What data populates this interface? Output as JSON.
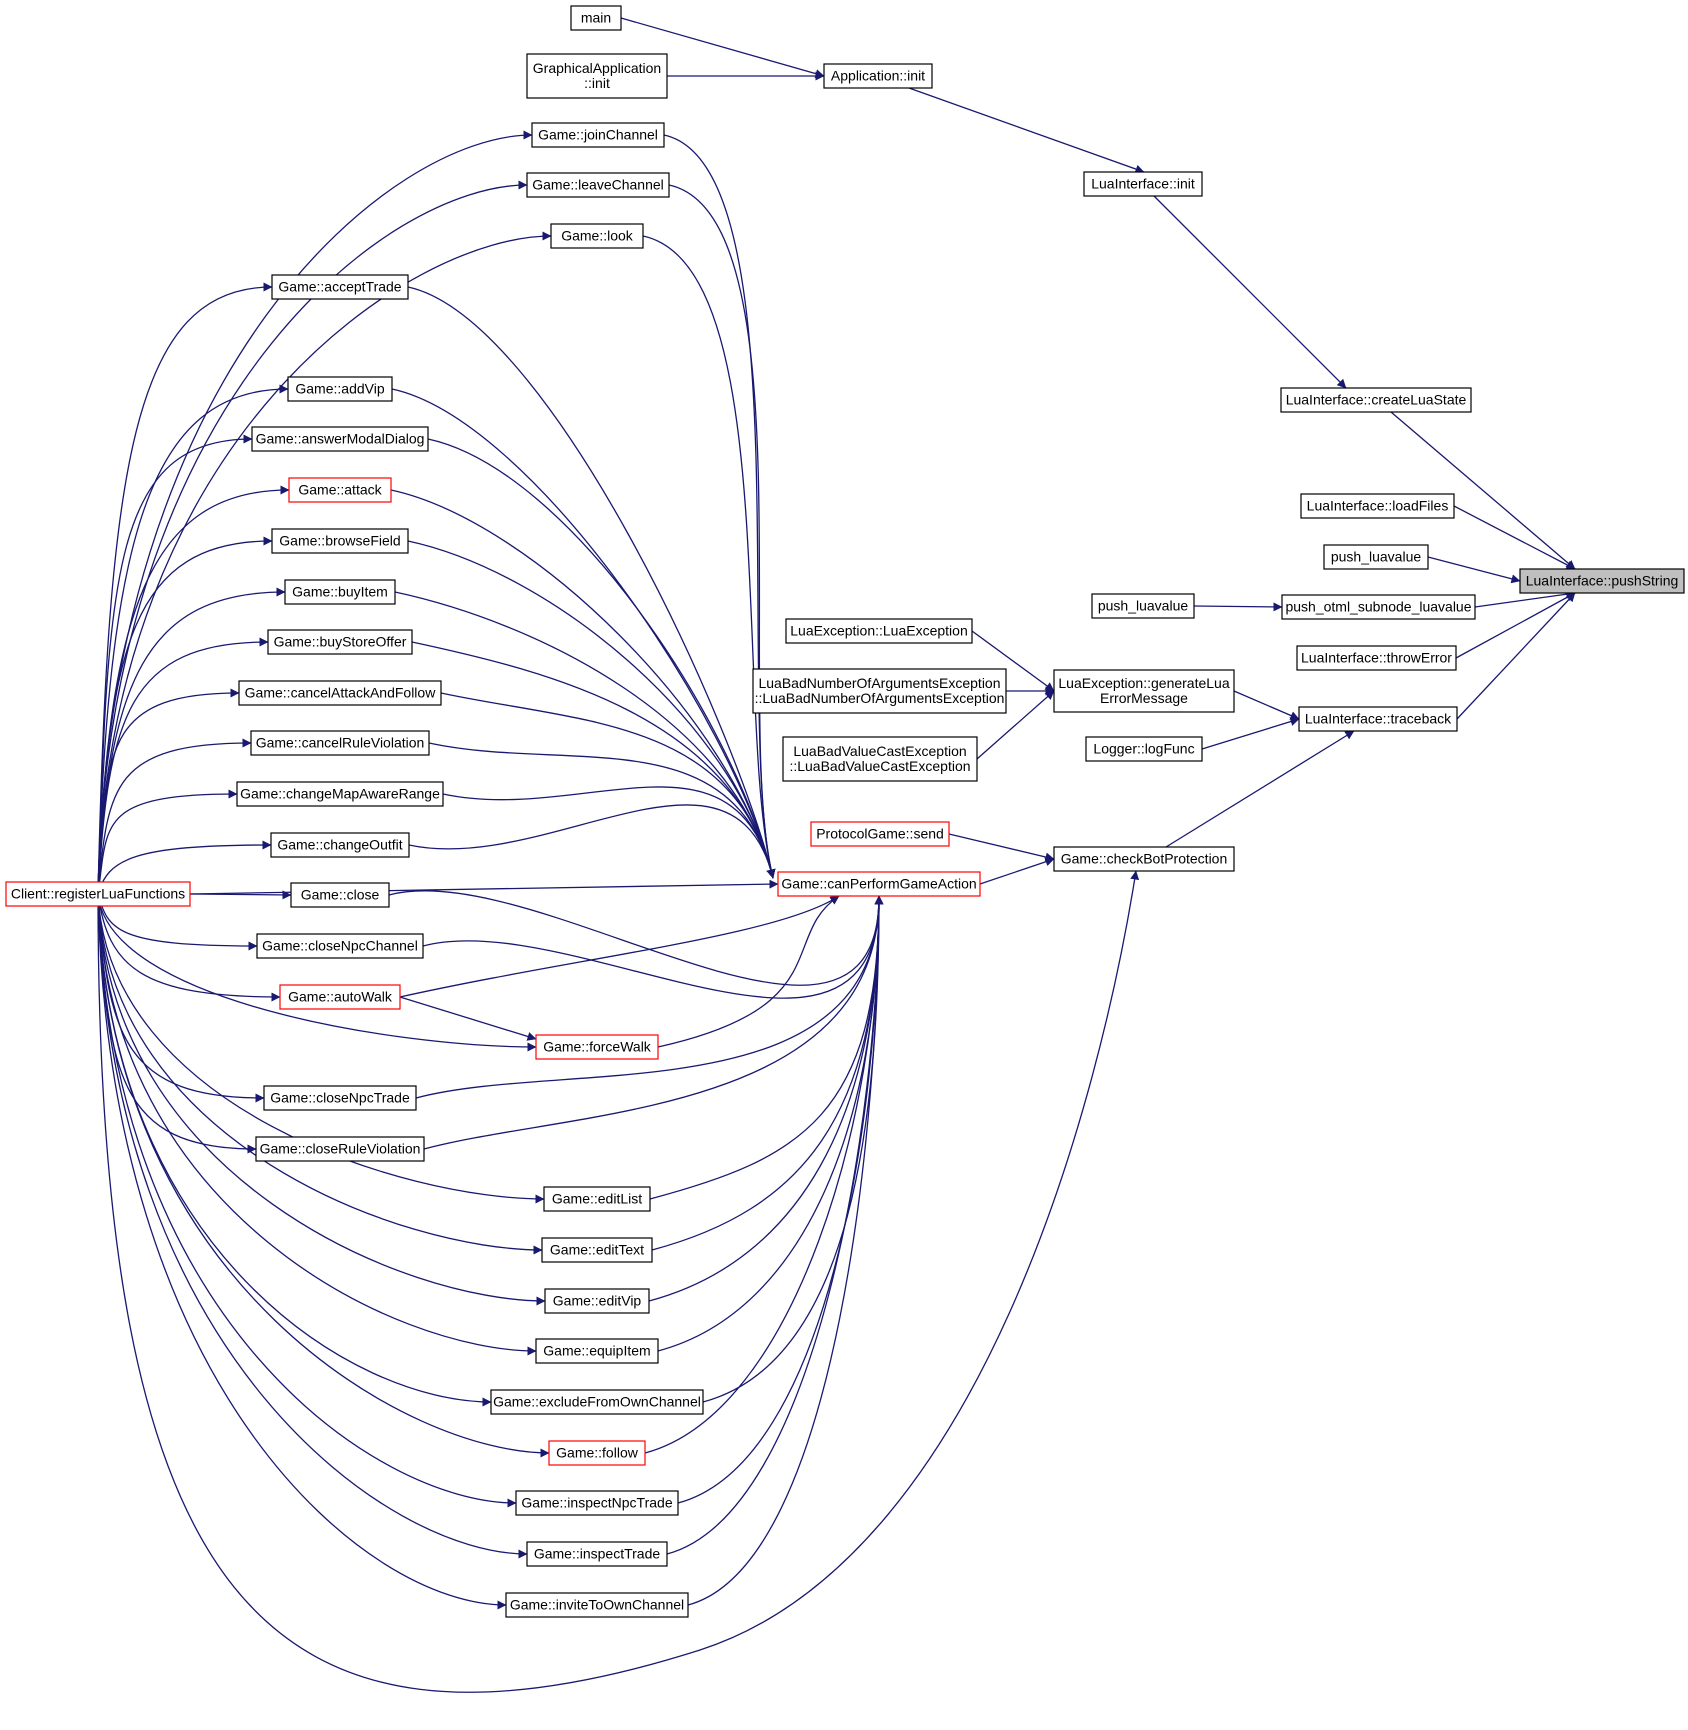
{
  "diagram": {
    "colors": {
      "edge": "#191970",
      "highlight_border": "#ff0000",
      "target_fill": "#bfbfbf",
      "node_border": "#000000"
    },
    "nodes": [
      {
        "id": "main",
        "label": [
          "main"
        ]
      },
      {
        "id": "graphicalapp_init",
        "label": [
          "GraphicalApplication",
          "::init"
        ]
      },
      {
        "id": "application_init",
        "label": [
          "Application::init"
        ]
      },
      {
        "id": "luainterface_init",
        "label": [
          "LuaInterface::init"
        ]
      },
      {
        "id": "createluastate",
        "label": [
          "LuaInterface::createLuaState"
        ]
      },
      {
        "id": "loadfiles",
        "label": [
          "LuaInterface::loadFiles"
        ]
      },
      {
        "id": "push_luavalue_a",
        "label": [
          "push_luavalue"
        ]
      },
      {
        "id": "pushstring",
        "label": [
          "LuaInterface::pushString"
        ],
        "role": "target"
      },
      {
        "id": "push_luavalue_b",
        "label": [
          "push_luavalue"
        ]
      },
      {
        "id": "push_otml",
        "label": [
          "push_otml_subnode_luavalue"
        ]
      },
      {
        "id": "throwerror",
        "label": [
          "LuaInterface::throwError"
        ]
      },
      {
        "id": "traceback",
        "label": [
          "LuaInterface::traceback"
        ]
      },
      {
        "id": "luaexception_ctor",
        "label": [
          "LuaException::LuaException"
        ]
      },
      {
        "id": "luabadnum",
        "label": [
          "LuaBadNumberOfArgumentsException",
          "::LuaBadNumberOfArgumentsException"
        ]
      },
      {
        "id": "luabadvalue",
        "label": [
          "LuaBadValueCastException",
          "::LuaBadValueCastException"
        ]
      },
      {
        "id": "generateluaerror",
        "label": [
          "LuaException::generateLua",
          "ErrorMessage"
        ]
      },
      {
        "id": "logfunc",
        "label": [
          "Logger::logFunc"
        ]
      },
      {
        "id": "protocolgame_send",
        "label": [
          "ProtocolGame::send"
        ],
        "role": "red"
      },
      {
        "id": "checkbotprotection",
        "label": [
          "Game::checkBotProtection"
        ]
      },
      {
        "id": "canperform",
        "label": [
          "Game::canPerformGameAction"
        ],
        "role": "red"
      },
      {
        "id": "registerlua",
        "label": [
          "Client::registerLuaFunctions"
        ],
        "role": "red"
      },
      {
        "id": "joinchannel",
        "label": [
          "Game::joinChannel"
        ]
      },
      {
        "id": "leavechannel",
        "label": [
          "Game::leaveChannel"
        ]
      },
      {
        "id": "look",
        "label": [
          "Game::look"
        ]
      },
      {
        "id": "accepttrade",
        "label": [
          "Game::acceptTrade"
        ]
      },
      {
        "id": "addvip",
        "label": [
          "Game::addVip"
        ]
      },
      {
        "id": "answermodal",
        "label": [
          "Game::answerModalDialog"
        ]
      },
      {
        "id": "attack",
        "label": [
          "Game::attack"
        ],
        "role": "red"
      },
      {
        "id": "browsefield",
        "label": [
          "Game::browseField"
        ]
      },
      {
        "id": "buyitem",
        "label": [
          "Game::buyItem"
        ]
      },
      {
        "id": "buystoreoffer",
        "label": [
          "Game::buyStoreOffer"
        ]
      },
      {
        "id": "cancelattack",
        "label": [
          "Game::cancelAttackAndFollow"
        ]
      },
      {
        "id": "cancelrule",
        "label": [
          "Game::cancelRuleViolation"
        ]
      },
      {
        "id": "changemap",
        "label": [
          "Game::changeMapAwareRange"
        ]
      },
      {
        "id": "changeoutfit",
        "label": [
          "Game::changeOutfit"
        ]
      },
      {
        "id": "close",
        "label": [
          "Game::close"
        ]
      },
      {
        "id": "closenpcchannel",
        "label": [
          "Game::closeNpcChannel"
        ]
      },
      {
        "id": "autowalk",
        "label": [
          "Game::autoWalk"
        ],
        "role": "red"
      },
      {
        "id": "forcewalk",
        "label": [
          "Game::forceWalk"
        ],
        "role": "red"
      },
      {
        "id": "closenpctrade",
        "label": [
          "Game::closeNpcTrade"
        ]
      },
      {
        "id": "closerule",
        "label": [
          "Game::closeRuleViolation"
        ]
      },
      {
        "id": "editlist",
        "label": [
          "Game::editList"
        ]
      },
      {
        "id": "edittext",
        "label": [
          "Game::editText"
        ]
      },
      {
        "id": "editvip",
        "label": [
          "Game::editVip"
        ]
      },
      {
        "id": "equipitem",
        "label": [
          "Game::equipItem"
        ]
      },
      {
        "id": "excludefromown",
        "label": [
          "Game::excludeFromOwnChannel"
        ]
      },
      {
        "id": "follow",
        "label": [
          "Game::follow"
        ],
        "role": "red"
      },
      {
        "id": "inspectnpctrade",
        "label": [
          "Game::inspectNpcTrade"
        ]
      },
      {
        "id": "inspecttrade",
        "label": [
          "Game::inspectTrade"
        ]
      },
      {
        "id": "invitetoown",
        "label": [
          "Game::inviteToOwnChannel"
        ]
      }
    ],
    "edges": [
      [
        "main",
        "application_init"
      ],
      [
        "graphicalapp_init",
        "application_init"
      ],
      [
        "application_init",
        "luainterface_init"
      ],
      [
        "luainterface_init",
        "createluastate"
      ],
      [
        "createluastate",
        "pushstring"
      ],
      [
        "loadfiles",
        "pushstring"
      ],
      [
        "push_luavalue_a",
        "pushstring"
      ],
      [
        "push_otml",
        "pushstring"
      ],
      [
        "throwerror",
        "pushstring"
      ],
      [
        "traceback",
        "pushstring"
      ],
      [
        "push_luavalue_b",
        "push_otml"
      ],
      [
        "luaexception_ctor",
        "generateluaerror"
      ],
      [
        "luabadnum",
        "generateluaerror"
      ],
      [
        "luabadvalue",
        "generateluaerror"
      ],
      [
        "generateluaerror",
        "traceback"
      ],
      [
        "logfunc",
        "traceback"
      ],
      [
        "checkbotprotection",
        "traceback"
      ],
      [
        "protocolgame_send",
        "checkbotprotection"
      ],
      [
        "canperform",
        "checkbotprotection"
      ],
      [
        "registerlua",
        "checkbotprotection"
      ],
      [
        "joinchannel",
        "canperform"
      ],
      [
        "leavechannel",
        "canperform"
      ],
      [
        "look",
        "canperform"
      ],
      [
        "accepttrade",
        "canperform"
      ],
      [
        "addvip",
        "canperform"
      ],
      [
        "answermodal",
        "canperform"
      ],
      [
        "attack",
        "canperform"
      ],
      [
        "browsefield",
        "canperform"
      ],
      [
        "buyitem",
        "canperform"
      ],
      [
        "buystoreoffer",
        "canperform"
      ],
      [
        "cancelattack",
        "canperform"
      ],
      [
        "cancelrule",
        "canperform"
      ],
      [
        "changemap",
        "canperform"
      ],
      [
        "changeoutfit",
        "canperform"
      ],
      [
        "close",
        "canperform"
      ],
      [
        "closenpcchannel",
        "canperform"
      ],
      [
        "autowalk",
        "canperform"
      ],
      [
        "forcewalk",
        "canperform"
      ],
      [
        "closenpctrade",
        "canperform"
      ],
      [
        "closerule",
        "canperform"
      ],
      [
        "editlist",
        "canperform"
      ],
      [
        "edittext",
        "canperform"
      ],
      [
        "editvip",
        "canperform"
      ],
      [
        "equipitem",
        "canperform"
      ],
      [
        "excludefromown",
        "canperform"
      ],
      [
        "follow",
        "canperform"
      ],
      [
        "inspectnpctrade",
        "canperform"
      ],
      [
        "inspecttrade",
        "canperform"
      ],
      [
        "invitetoown",
        "canperform"
      ],
      [
        "registerlua",
        "canperform"
      ],
      [
        "autowalk",
        "forcewalk"
      ],
      [
        "registerlua",
        "joinchannel"
      ],
      [
        "registerlua",
        "leavechannel"
      ],
      [
        "registerlua",
        "look"
      ],
      [
        "registerlua",
        "accepttrade"
      ],
      [
        "registerlua",
        "addvip"
      ],
      [
        "registerlua",
        "answermodal"
      ],
      [
        "registerlua",
        "attack"
      ],
      [
        "registerlua",
        "browsefield"
      ],
      [
        "registerlua",
        "buyitem"
      ],
      [
        "registerlua",
        "buystoreoffer"
      ],
      [
        "registerlua",
        "cancelattack"
      ],
      [
        "registerlua",
        "cancelrule"
      ],
      [
        "registerlua",
        "changemap"
      ],
      [
        "registerlua",
        "changeoutfit"
      ],
      [
        "registerlua",
        "close"
      ],
      [
        "registerlua",
        "closenpcchannel"
      ],
      [
        "registerlua",
        "autowalk"
      ],
      [
        "registerlua",
        "forcewalk"
      ],
      [
        "registerlua",
        "closenpctrade"
      ],
      [
        "registerlua",
        "closerule"
      ],
      [
        "registerlua",
        "editlist"
      ],
      [
        "registerlua",
        "edittext"
      ],
      [
        "registerlua",
        "editvip"
      ],
      [
        "registerlua",
        "equipitem"
      ],
      [
        "registerlua",
        "excludefromown"
      ],
      [
        "registerlua",
        "follow"
      ],
      [
        "registerlua",
        "inspectnpctrade"
      ],
      [
        "registerlua",
        "inspecttrade"
      ],
      [
        "registerlua",
        "invitetoown"
      ]
    ]
  }
}
